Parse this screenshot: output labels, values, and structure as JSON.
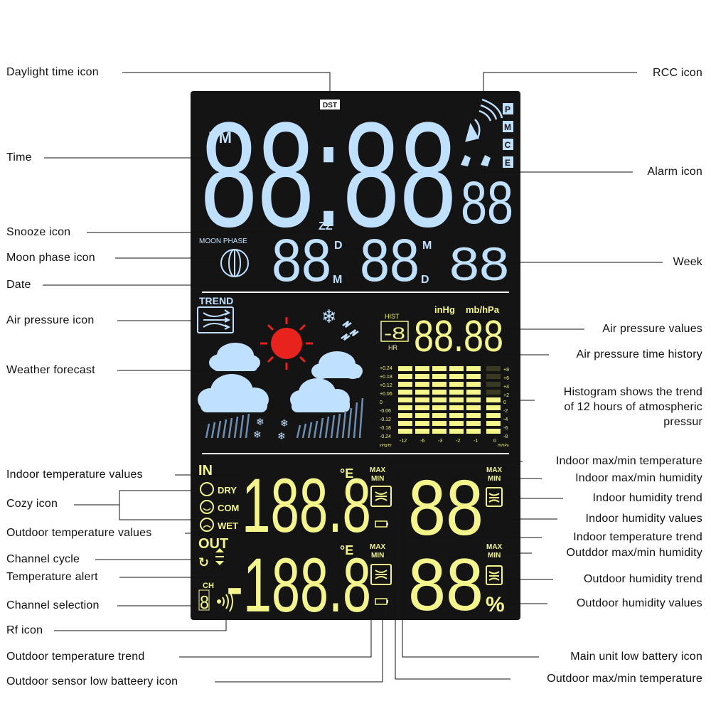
{
  "colors": {
    "panel": "#141414",
    "blue": "#bfe0ff",
    "blue_dim": "#6f8fb2",
    "yellow": "#f4f58a",
    "yellow_dim": "#8f904e",
    "sun": "#e8221c",
    "white": "#ffffff",
    "leader": "#111111"
  },
  "display": {
    "dst": "DST",
    "pm": "PM",
    "time_digits": "88:88",
    "seconds_digits": "88",
    "snooze": "ZZ",
    "moon_phase_label": "MOON PHASE",
    "date_day_digits": "88",
    "date_month_digits": "88",
    "date_d": "D",
    "date_m": "M",
    "week_digits": "88",
    "pmce": [
      "P",
      "M",
      "C",
      "E"
    ],
    "trend": "TREND",
    "hist": "HIST",
    "hr": "HR",
    "hist_digit": "-8",
    "inhg": "inHg",
    "mbhpa": "mb/hPa",
    "pressure_digits": "88.88",
    "histogram_left_scale": [
      "+0.24",
      "+0.18",
      "+0.12",
      "+0.06",
      "0",
      "-0.06",
      "-0.12",
      "-0.18",
      "-0.24"
    ],
    "histogram_right_scale": [
      "+8",
      "+6",
      "+4",
      "+2",
      "0",
      "-2",
      "-4",
      "-6",
      "-8"
    ],
    "histogram_bottom_scale": [
      "-12",
      "-6",
      "-3",
      "-2",
      "-1",
      "0"
    ],
    "histogram_left_unit": "inHg/Hr",
    "histogram_right_unit": "Hr/hPa",
    "in": "IN",
    "out": "OUT",
    "dry": "DRY",
    "com": "COM",
    "wet": "WET",
    "max": "MAX",
    "min": "MIN",
    "indoor_temp_digits": "188.8",
    "outdoor_temp_digits": "-188.8",
    "temp_unit": "°E",
    "indoor_humidity_digits": "88",
    "outdoor_humidity_digits": "88",
    "percent": "%",
    "ch": "CH",
    "ch_digit": "8"
  },
  "labels_left": [
    "Daylight time icon",
    "Time",
    "Snooze icon",
    "Moon phase icon",
    "Date",
    "Air pressure icon",
    "Weather forecast",
    "Indoor temperature values",
    "Cozy icon",
    "Outdoor temperature values",
    "Channel cycle",
    "Temperature alert",
    "Channel selection",
    "Rf icon",
    "Outdoor temperature trend",
    "Outdoor sensor low batteery icon"
  ],
  "labels_right": [
    "RCC icon",
    "Alarm icon",
    "Week",
    "Air pressure values",
    "Air pressure time history",
    "Histogram shows the trend",
    "of 12 hours of atmospheric",
    "pressur",
    "Indoor max/min temperature",
    "Indoor max/min humidity",
    "Indoor humidity trend",
    "Indoor humidity values",
    "Indoor temperature trend",
    "Outddor max/min humidity",
    "Outdoor humidity trend",
    "Outdoor humidity values",
    "Main unit low battery icon",
    "Outdoor max/min temperature"
  ]
}
